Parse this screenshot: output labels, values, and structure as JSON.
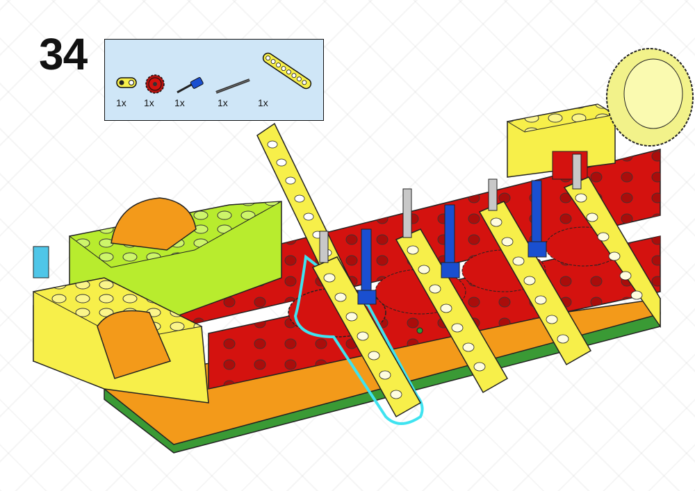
{
  "step": {
    "number": "34"
  },
  "parts_callout": {
    "items": [
      {
        "icon": "yellow-liftarm-2-icon",
        "quantity": "1x"
      },
      {
        "icon": "red-gear-icon",
        "quantity": "1x"
      },
      {
        "icon": "blue-axle-pin-icon",
        "quantity": "1x"
      },
      {
        "icon": "dark-axle-icon",
        "quantity": "1x"
      },
      {
        "icon": "yellow-beam-icon",
        "quantity": "1x"
      }
    ]
  },
  "colors": {
    "yellow": "#f7ef4a",
    "red": "#d4120f",
    "lime": "#b8ec2e",
    "orange": "#f39a1a",
    "green": "#3a9a35",
    "blue": "#1a4fd0",
    "highlight": "#3fe3f0",
    "callout_bg": "#cfe6f7"
  }
}
